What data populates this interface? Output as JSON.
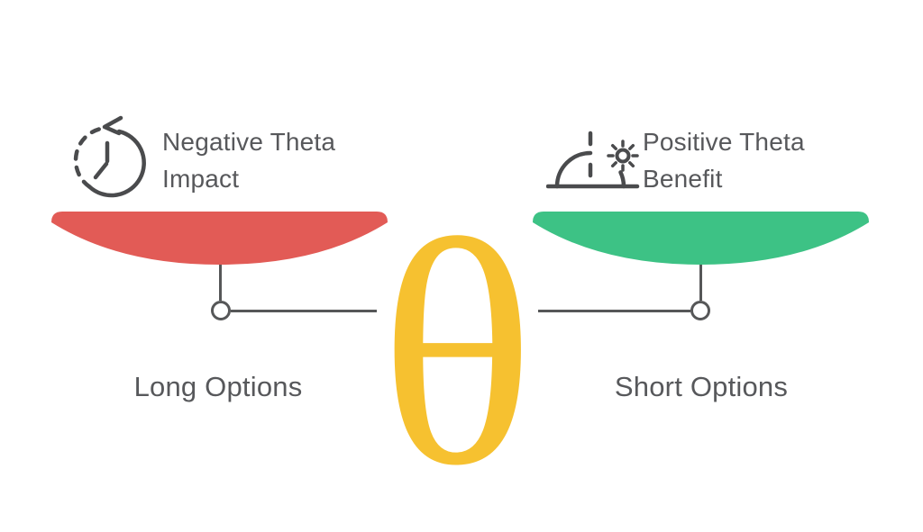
{
  "left": {
    "heading": "Negative Theta Impact",
    "label": "Long Options",
    "icon": "history-clock",
    "pan_color": "#E25B56"
  },
  "right": {
    "heading": "Positive Theta Benefit",
    "label": "Short Options",
    "icon": "sunrise",
    "pan_color": "#3DC285"
  },
  "center": {
    "symbol": "θ",
    "symbol_color": "#F6C130"
  },
  "colors": {
    "background": "#FFFFFF",
    "text": "#57585B",
    "icon_stroke": "#4A4B4D",
    "connector": "#565758"
  }
}
